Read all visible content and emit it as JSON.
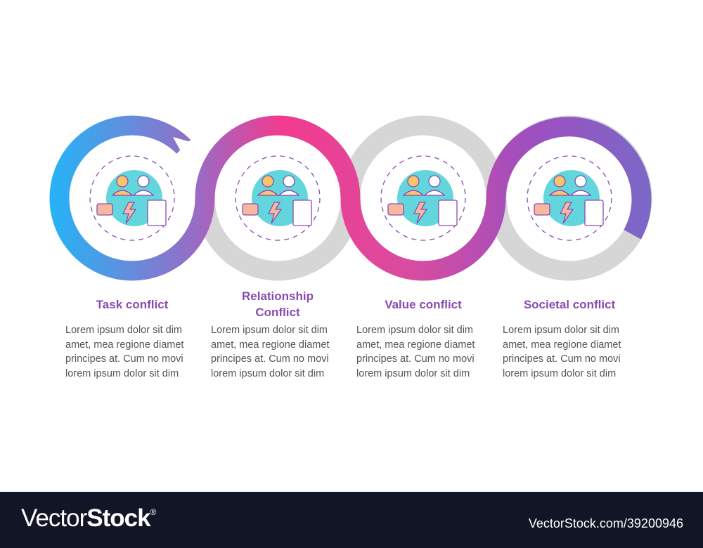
{
  "steps": [
    {
      "title": "Task conflict",
      "icon": "teamwork-puzzle-icon",
      "lines": [
        "Lorem ipsum dolor sit dim",
        "amet, mea regione diamet",
        "principes at. Cum no movi",
        "lorem ipsum dolor sit dim"
      ]
    },
    {
      "title_line1": "Relationship",
      "title_line2": "Conflict",
      "icon": "relationship-conflict-icon",
      "lines": [
        "Lorem ipsum dolor sit dim",
        "amet, mea regione diamet",
        "principes at. Cum no movi",
        "lorem ipsum dolor sit dim"
      ]
    },
    {
      "title": "Value conflict",
      "icon": "religion-symbols-icon",
      "lines": [
        "Lorem ipsum dolor sit dim",
        "amet, mea regione diamet",
        "principes at. Cum no movi",
        "lorem ipsum dolor sit dim"
      ]
    },
    {
      "title": "Societal conflict",
      "icon": "societal-conflict-icon",
      "lines": [
        "Lorem ipsum dolor sit dim",
        "amet, mea regione diamet",
        "principes at. Cum no movi",
        "lorem ipsum dolor sit dim"
      ]
    }
  ],
  "colors": {
    "title": "#8a4bb0",
    "text": "#555555",
    "ring_gray": "#d6d6d6",
    "gradient": [
      "#29b1f5",
      "#9b6ac4",
      "#f23b8f",
      "#d94ca0",
      "#9d4fc0",
      "#7b68c8"
    ],
    "teal": "#62d6dc",
    "accent_orange": "#f9c46b",
    "footer_bg": "#121526"
  },
  "footer": {
    "logo_light": "Vector",
    "logo_bold": "Stock",
    "logo_mark": "®",
    "url": "VectorStock.com/39200946"
  }
}
